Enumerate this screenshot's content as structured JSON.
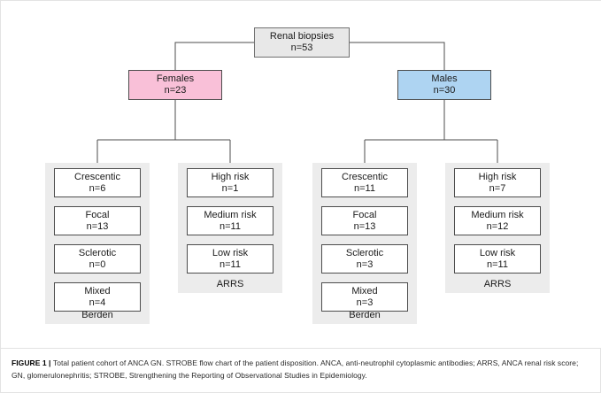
{
  "figure": {
    "caption_label": "FIGURE 1",
    "caption_separator": "|",
    "caption_text": "Total patient cohort of ANCA GN. STROBE flow chart of the patient disposition. ANCA, anti-neutrophil cytoplasmic antibodies; ARRS, ANCA renal risk score; GN, glomerulonephritis; STROBE, Strengthening the Reporting of Observational Studies in Epidemiology."
  },
  "colors": {
    "root_fill": "#e8e8e8",
    "female_fill": "#f9c0d8",
    "male_fill": "#aed4f2",
    "panel_fill": "#ececec",
    "node_fill": "#ffffff",
    "stroke": "#4d4d4d"
  },
  "chart_data": {
    "type": "diagram",
    "title": "Total patient cohort of ANCA GN — STROBE flow chart",
    "root": {
      "label": "Renal biopsies",
      "count": "n=53",
      "value": 53
    },
    "branches": [
      {
        "id": "females",
        "label": "Females",
        "count": "n=23",
        "value": 23
      },
      {
        "id": "males",
        "label": "Males",
        "count": "n=30",
        "value": 30
      }
    ],
    "groups": [
      {
        "id": "female-berden",
        "caption": "Berden",
        "parent": "females",
        "nodes": [
          {
            "label": "Crescentic",
            "count": "n=6",
            "value": 6
          },
          {
            "label": "Focal",
            "count": "n=13",
            "value": 13
          },
          {
            "label": "Sclerotic",
            "count": "n=0",
            "value": 0
          },
          {
            "label": "Mixed",
            "count": "n=4",
            "value": 4
          }
        ]
      },
      {
        "id": "female-arrs",
        "caption": "ARRS",
        "parent": "females",
        "nodes": [
          {
            "label": "High risk",
            "count": "n=1",
            "value": 1
          },
          {
            "label": "Medium risk",
            "count": "n=11",
            "value": 11
          },
          {
            "label": "Low risk",
            "count": "n=11",
            "value": 11
          }
        ]
      },
      {
        "id": "male-berden",
        "caption": "Berden",
        "parent": "males",
        "nodes": [
          {
            "label": "Crescentic",
            "count": "n=11",
            "value": 11
          },
          {
            "label": "Focal",
            "count": "n=13",
            "value": 13
          },
          {
            "label": "Sclerotic",
            "count": "n=3",
            "value": 3
          },
          {
            "label": "Mixed",
            "count": "n=3",
            "value": 3
          }
        ]
      },
      {
        "id": "male-arrs",
        "caption": "ARRS",
        "parent": "males",
        "nodes": [
          {
            "label": "High risk",
            "count": "n=7",
            "value": 7
          },
          {
            "label": "Medium risk",
            "count": "n=12",
            "value": 12
          },
          {
            "label": "Low risk",
            "count": "n=11",
            "value": 11
          }
        ]
      }
    ]
  }
}
